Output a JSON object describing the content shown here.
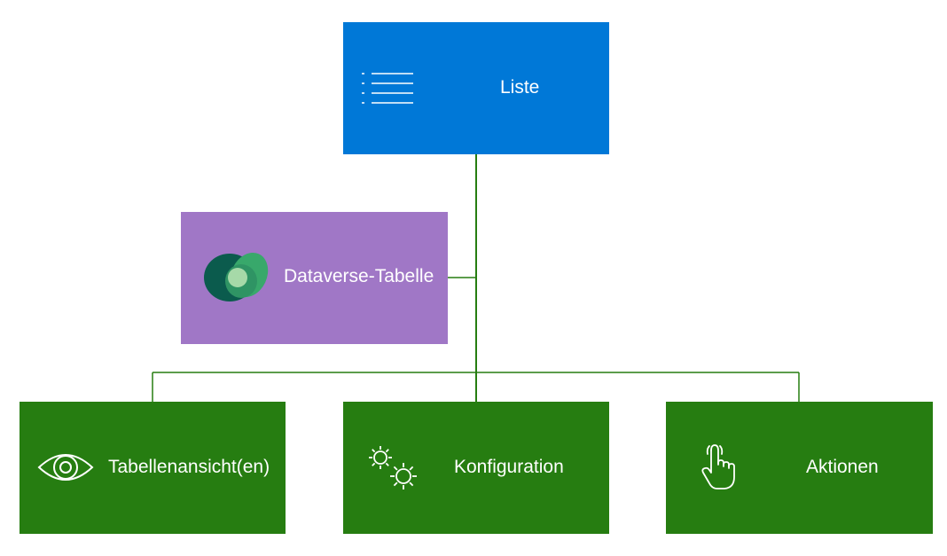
{
  "colors": {
    "blue_node": "#0078d7",
    "purple_node": "#a077c6",
    "green_node": "#267d11",
    "connector": "#267d11",
    "text": "#ffffff"
  },
  "nodes": {
    "liste": {
      "label": "Liste",
      "icon": "list-icon"
    },
    "dataverse": {
      "label": "Dataverse-Tabelle",
      "icon": "dataverse-logo-icon"
    },
    "tabellen": {
      "label": "Tabellenansicht(en)",
      "icon": "eye-icon"
    },
    "konfig": {
      "label": "Konfiguration",
      "icon": "gears-icon"
    },
    "aktionen": {
      "label": "Aktionen",
      "icon": "touch-hand-icon"
    }
  }
}
